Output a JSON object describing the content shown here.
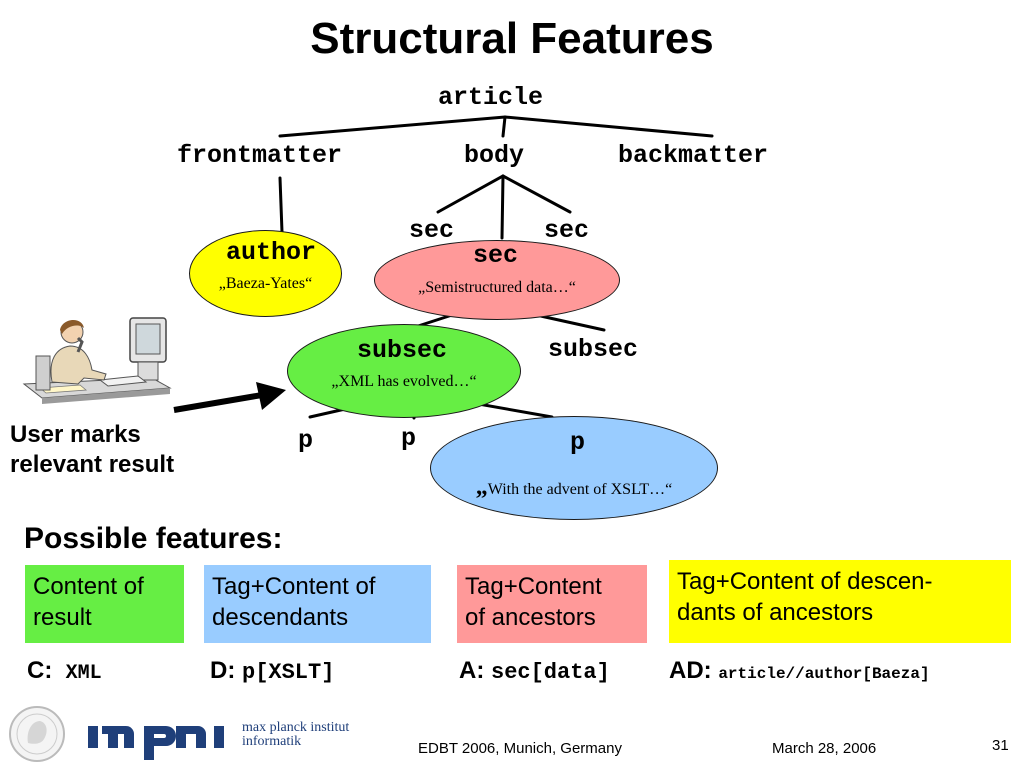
{
  "title": "Structural Features",
  "tree": {
    "article": "article",
    "frontmatter": "frontmatter",
    "body": "body",
    "backmatter": "backmatter",
    "sec_left": "sec",
    "sec_right": "sec",
    "sec_main": "sec",
    "author": "author",
    "author_quote": "„Baeza-Yates“",
    "sec_quote": "„Semistructured data…“",
    "subsec_main": "subsec",
    "subsec_quote": "„XML has evolved…“",
    "subsec_right": "subsec",
    "p_left": "p",
    "p_mid": "p",
    "p_main": "p",
    "p_quote_mark": "„",
    "p_quote": "With the advent of XSLT…“"
  },
  "user_label_line1": "User marks",
  "user_label_line2": "relevant result",
  "possible_features": "Possible features:",
  "features": [
    {
      "label_line1": "Content of",
      "label_line2": "result",
      "code_prefix": "C:",
      "code": "XML",
      "color": "#66ee44"
    },
    {
      "label_line1": "Tag+Content of",
      "label_line2": "descendants",
      "code_prefix": "D:",
      "code": "p[XSLT]",
      "color": "#99ccff"
    },
    {
      "label_line1": "Tag+Content",
      "label_line2": "of ancestors",
      "code_prefix": "A:",
      "code": "sec[data]",
      "color": "#ff9999"
    },
    {
      "label_line1": "Tag+Content of descen-",
      "label_line2": "dants of ancestors",
      "code_prefix": "AD:",
      "code": "article//author[Baeza]",
      "color": "#ffff00"
    }
  ],
  "footer": {
    "logo_text_line1": "max planck institut",
    "logo_text_line2": "informatik",
    "event": "EDBT 2006, Munich, Germany",
    "date": "March 28, 2006",
    "page": "31"
  },
  "colors": {
    "author_fill": "#ffff00",
    "sec_fill": "#ff9999",
    "subsec_fill": "#66ee44",
    "p_fill": "#99ccff",
    "logo_blue": "#1f3f7a"
  },
  "icons": [
    "person-at-computer-icon",
    "arrow-right-icon",
    "minerva-seal-icon",
    "mpi-logo-icon"
  ]
}
